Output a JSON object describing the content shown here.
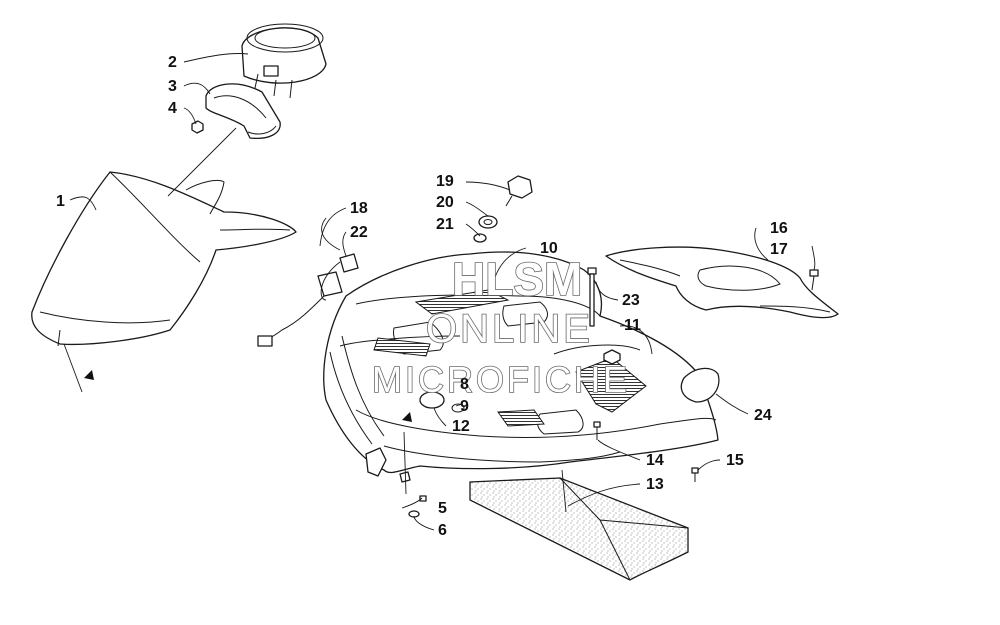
{
  "watermark": {
    "line1": "HLSM",
    "line2": "ONLINE",
    "line3": "MICROFICHE"
  },
  "callouts": [
    {
      "id": "c1",
      "label": "1"
    },
    {
      "id": "c2",
      "label": "2"
    },
    {
      "id": "c3",
      "label": "3"
    },
    {
      "id": "c4",
      "label": "4"
    },
    {
      "id": "c5",
      "label": "5"
    },
    {
      "id": "c6",
      "label": "6"
    },
    {
      "id": "c8",
      "label": "8"
    },
    {
      "id": "c9",
      "label": "9"
    },
    {
      "id": "c10",
      "label": "10"
    },
    {
      "id": "c11",
      "label": "11"
    },
    {
      "id": "c12",
      "label": "12"
    },
    {
      "id": "c13",
      "label": "13"
    },
    {
      "id": "c14",
      "label": "14"
    },
    {
      "id": "c15",
      "label": "15"
    },
    {
      "id": "c16",
      "label": "16"
    },
    {
      "id": "c17",
      "label": "17"
    },
    {
      "id": "c18",
      "label": "18"
    },
    {
      "id": "c19",
      "label": "19"
    },
    {
      "id": "c20",
      "label": "20"
    },
    {
      "id": "c21",
      "label": "21"
    },
    {
      "id": "c22",
      "label": "22"
    },
    {
      "id": "c23",
      "label": "23"
    },
    {
      "id": "c24",
      "label": "24"
    }
  ]
}
